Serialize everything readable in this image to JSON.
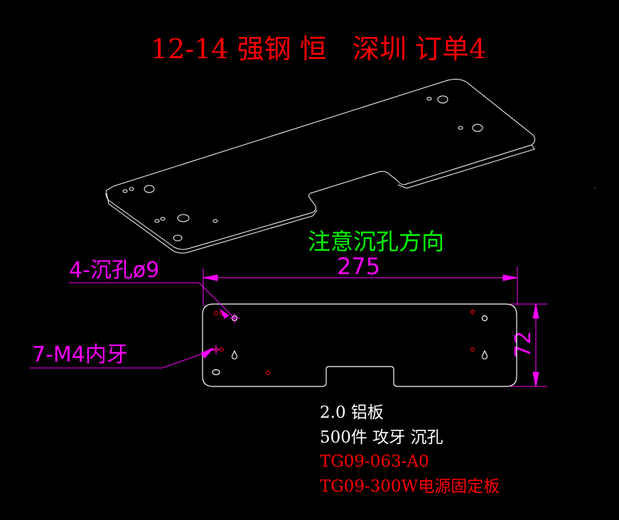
{
  "title": "12-14 强钢 恒   深圳 订单4",
  "note": "注意沉孔方向",
  "dimensions": {
    "width": "275",
    "height": "72"
  },
  "callouts": {
    "counterbore": "4-沉孔ø9",
    "tapped": "7-M4内牙"
  },
  "spec": {
    "material": "2.0 铝板",
    "process": "500件 攻牙 沉孔",
    "part_number": "TG09-063-A0",
    "part_name": "TG09-300W电源固定板"
  },
  "colors": {
    "title": "#ff0000",
    "note": "#00ff00",
    "dimension": "#ff00ff",
    "outline": "#ffffff",
    "spec": "#ffffff",
    "part": "#ff0000"
  }
}
